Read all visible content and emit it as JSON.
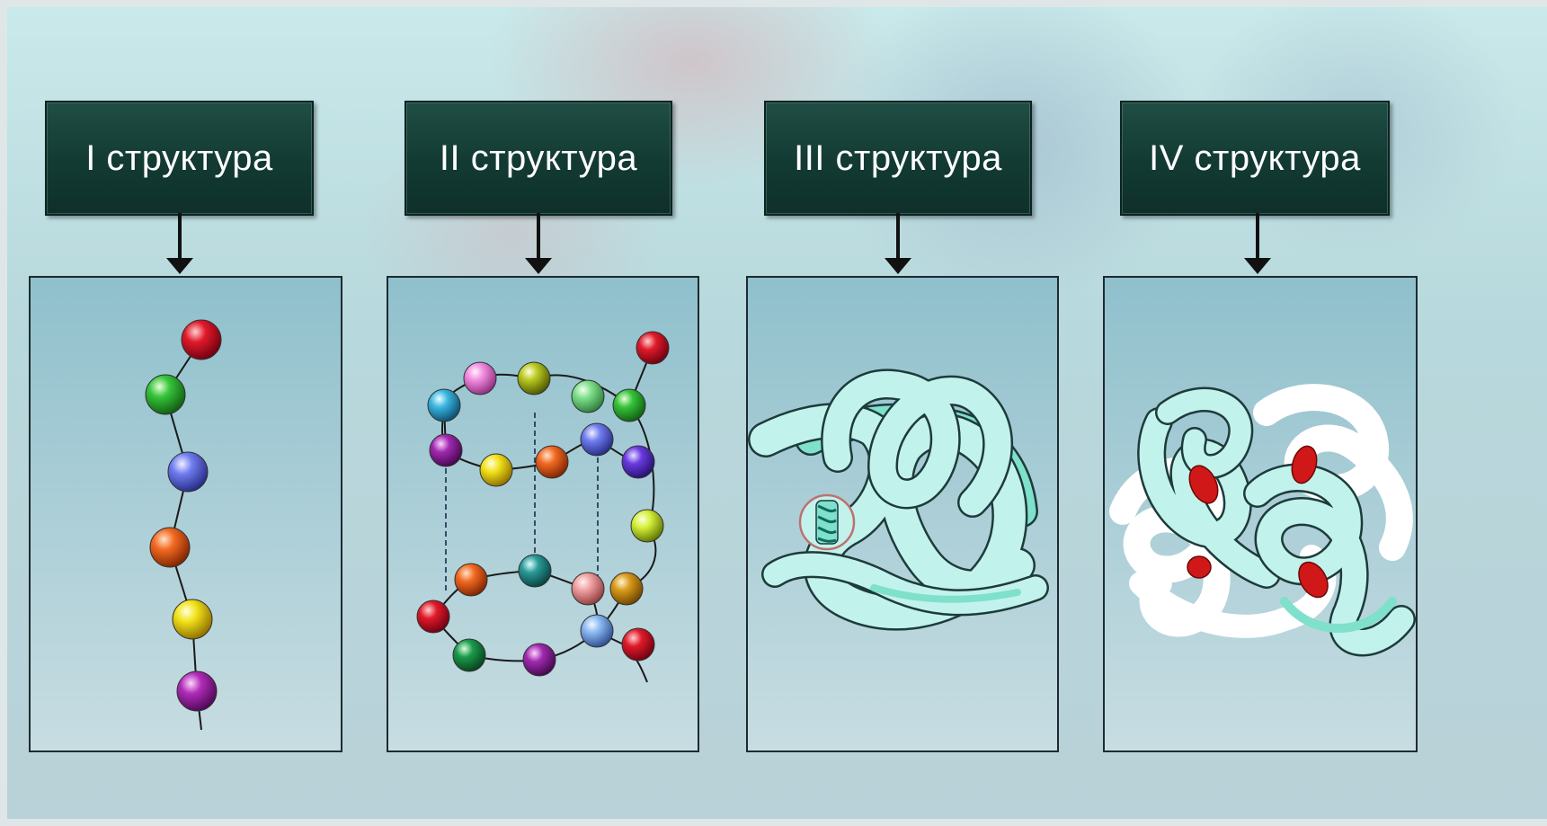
{
  "structures": [
    {
      "label": "I структура"
    },
    {
      "label": "II структура"
    },
    {
      "label": "III структура"
    },
    {
      "label": "IV структура"
    }
  ],
  "colors": {
    "label_bg": "#174239",
    "panel_bg": "#a9cdd6",
    "tube": "#c2f2ec",
    "tube_outline": "#1d3b3a",
    "heme": "#d01818"
  },
  "icons": [
    "arrow-down-icon",
    "amino-acid-chain",
    "alpha-helix",
    "folded-protein-chain",
    "protein-complex"
  ]
}
